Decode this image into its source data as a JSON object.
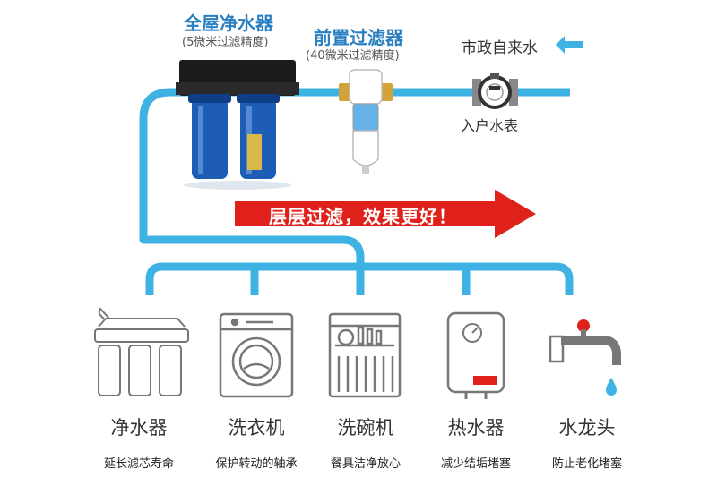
{
  "whole_house": {
    "title": "全屋净水器",
    "spec": "(5微米过滤精度)"
  },
  "pre_filter": {
    "title": "前置过滤器",
    "spec": "(40微米过滤精度)"
  },
  "municipal": {
    "label": "市政自来水"
  },
  "meter": {
    "label": "入户水表"
  },
  "banner": {
    "text": "层层过滤，效果更好！"
  },
  "appliances": [
    {
      "name": "净水器",
      "desc": "延长滤芯寿命",
      "icon": "ro-purifier-icon"
    },
    {
      "name": "洗衣机",
      "desc": "保护转动的轴承",
      "icon": "washing-machine-icon"
    },
    {
      "name": "洗碗机",
      "desc": "餐具洁净放心",
      "icon": "dishwasher-icon"
    },
    {
      "name": "热水器",
      "desc": "减少结垢堵塞",
      "icon": "water-heater-icon"
    },
    {
      "name": "水龙头",
      "desc": "防止老化堵塞",
      "icon": "faucet-icon"
    }
  ],
  "colors": {
    "pipe": "#3db2e3",
    "banner": "#e0201b",
    "filter_blue": "#1e5db5",
    "title": "#2a7fc1"
  }
}
